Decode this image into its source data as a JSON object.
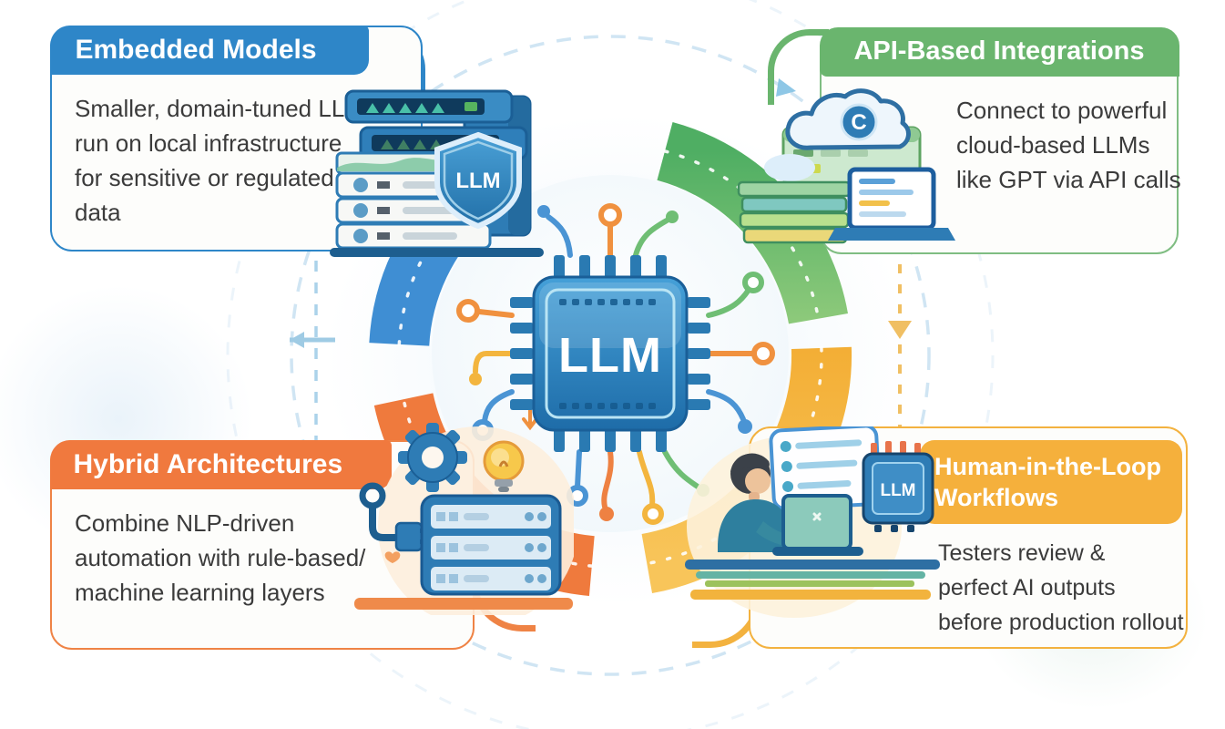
{
  "cards": {
    "embedded": {
      "title": "Embedded Models",
      "body_lines": [
        "Smaller, domain-tuned LLMs",
        "run on local infrastructure",
        "for sensitive or regulated",
        "data"
      ],
      "accent": "#2e86c8"
    },
    "api": {
      "title": "API-Based Integrations",
      "body_lines": [
        "Connect to powerful",
        "cloud-based LLMs",
        "like GPT via API calls"
      ],
      "accent": "#6ab56e"
    },
    "hybrid": {
      "title": "Hybrid Architectures",
      "body_lines": [
        "Combine NLP-driven",
        "automation with rule-based/",
        "machine learning layers"
      ],
      "accent": "#f0793e"
    },
    "hitl": {
      "title_lines": [
        "Human-in-the-Loop",
        "Workflows"
      ],
      "body_lines": [
        "Testers review &",
        "perfect AI outputs",
        "before production rollout"
      ],
      "accent": "#f5b03c"
    }
  },
  "center": {
    "chip_label": "LLM"
  },
  "illustrations": {
    "embedded_shield_label": "LLM",
    "api_cloud_badge": "C",
    "hitl_chip_label": "LLM"
  },
  "icons": [
    "server-rack-icon",
    "llm-shield-icon",
    "network-switch-icon",
    "cloud-icon",
    "laptop-icon",
    "dashboard-icon",
    "gear-icon",
    "lightbulb-icon",
    "plug-icon",
    "person-icon",
    "checklist-icon",
    "llm-chip-icon",
    "circuit-trace-icon"
  ],
  "colors": {
    "blue": "#2e86c8",
    "green": "#6ab56e",
    "orange": "#f0793e",
    "amber": "#f5b03c",
    "ring_blue": "#3f8ed3",
    "ring_green": "#5fb269",
    "ring_orange": "#ef7a3d",
    "ring_yellow": "#f5ba42",
    "body_text": "#3b3b3b"
  }
}
